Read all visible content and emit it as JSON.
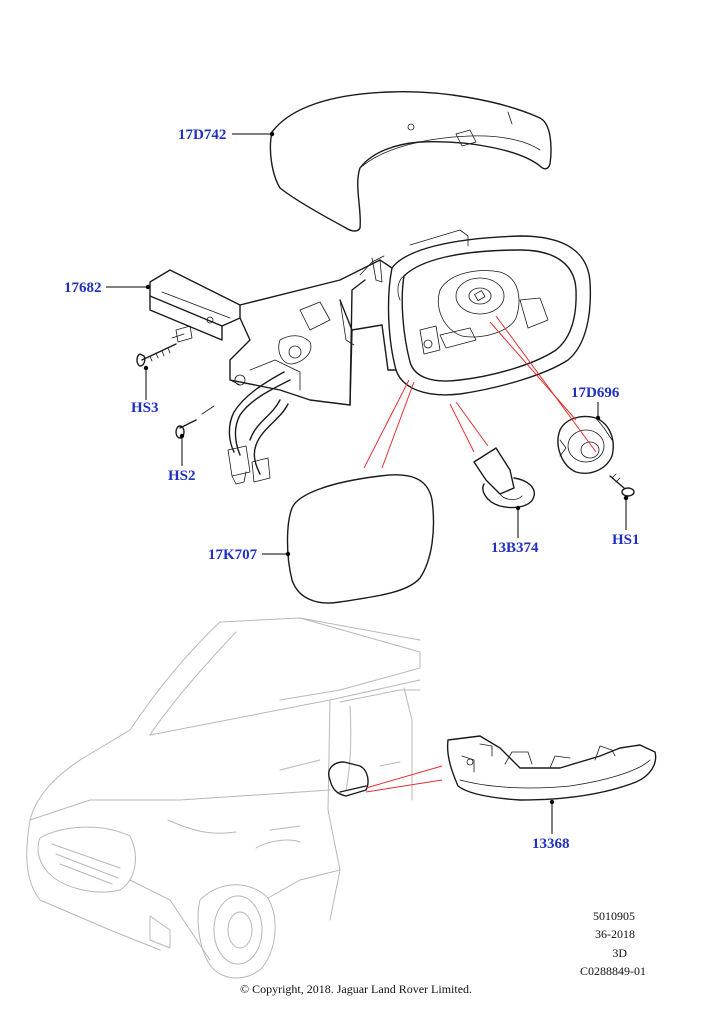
{
  "diagram": {
    "labels": {
      "cover": "17D742",
      "bracket": "17682",
      "hs3": "HS3",
      "hs2": "HS2",
      "motor": "17D696",
      "hs1": "HS1",
      "glass": "17K707",
      "lamp": "13B374",
      "indicator": "13368"
    },
    "meta": {
      "line1": "5010905",
      "line2": "36-2018",
      "line3": "3D",
      "line4": "C0288849-01"
    },
    "copyright": "© Copyright, 2018. Jaguar Land Rover Limited."
  }
}
